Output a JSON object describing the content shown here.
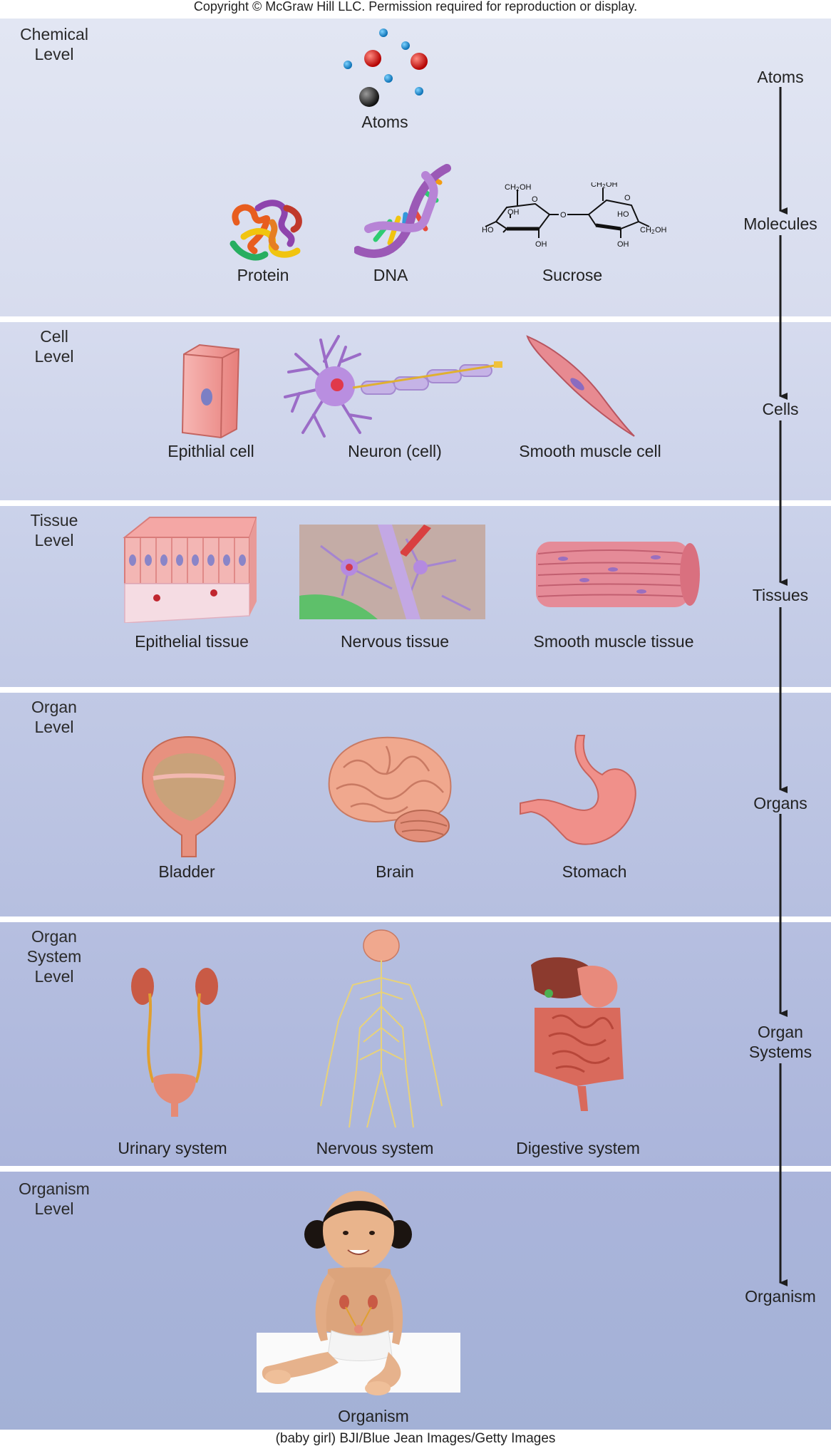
{
  "header": {
    "copyright": "Copyright © McGraw Hill LLC. Permission required for reproduction or display."
  },
  "footer": {
    "credit": "(baby girl) BJI/Blue Jean Images/Getty Images"
  },
  "levels": {
    "chemical": {
      "label": "Chemical\nLevel",
      "captions": {
        "atoms": "Atoms",
        "protein": "Protein",
        "dna": "DNA",
        "sucrose": "Sucrose"
      }
    },
    "cell": {
      "label": "Cell\nLevel",
      "captions": {
        "epithelial": "Epithlial cell",
        "neuron": "Neuron (cell)",
        "smooth": "Smooth muscle cell"
      }
    },
    "tissue": {
      "label": "Tissue\nLevel",
      "captions": {
        "epithelial": "Epithelial tissue",
        "nervous": "Nervous tissue",
        "smooth": "Smooth muscle tissue"
      }
    },
    "organ": {
      "label": "Organ\nLevel",
      "captions": {
        "bladder": "Bladder",
        "brain": "Brain",
        "stomach": "Stomach"
      }
    },
    "system": {
      "label": "Organ\nSystem\nLevel",
      "captions": {
        "urinary": "Urinary system",
        "nervous": "Nervous system",
        "digestive": "Digestive system"
      }
    },
    "organism": {
      "label": "Organism\nLevel",
      "captions": {
        "organism": "Organism"
      }
    }
  },
  "sucrose_labels": {
    "ch2oh": "CH",
    "oh": "OH",
    "ho": "HO",
    "o": "O"
  },
  "scale": [
    "Atoms",
    "Molecules",
    "Cells",
    "Tissues",
    "Organs",
    "Organ\nSystems",
    "Organism"
  ],
  "colors": {
    "band_top": "#e2e6f3",
    "band_bottom": "#a3b1d6",
    "divider": "#ffffff",
    "arrow": "#1e1e1e"
  }
}
